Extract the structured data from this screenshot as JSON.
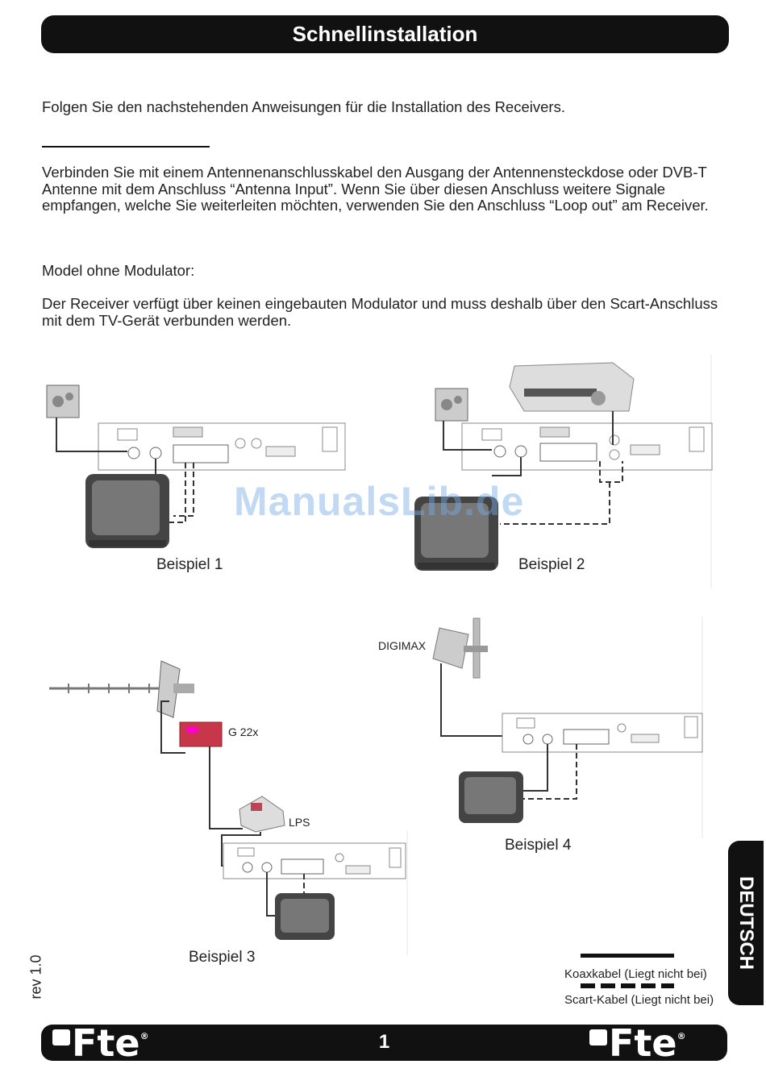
{
  "header": {
    "title": "Schnellinstallation"
  },
  "content": {
    "intro": "Folgen Sie den nachstehenden Anweisungen für die Installation des Receivers.",
    "antenna_paragraph": "Verbinden Sie mit einem Antennenanschlusskabel den Ausgang der Antennensteckdose oder DVB-T Antenne mit dem Anschluss “Antenna Input”. Wenn Sie über diesen Anschluss weitere Signale empfangen, welche Sie weiterleiten möchten, verwenden Sie den Anschluss “Loop out” am Receiver.",
    "model_heading": "Model ohne Modulator:",
    "model_paragraph": "Der Receiver verfügt über keinen eingebauten Modulator und muss deshalb über den Scart-Anschluss mit dem TV-Gerät verbunden werden."
  },
  "figures": {
    "example1": "Beispiel 1",
    "example2": "Beispiel 2",
    "example3": "Beispiel 3",
    "example4": "Beispiel 4",
    "digimax_label": "DIGIMAX",
    "g22x_label": "G 22x",
    "lps_label": "LPS"
  },
  "watermark": "ManualsLib.de",
  "side_tab": "DEUTSCH",
  "revision": "rev 1.0",
  "legend": {
    "coax": "Koaxkabel (Liegt nicht bei)",
    "scart": "Scart-Kabel (Liegt nicht bei)"
  },
  "footer": {
    "page_number": "1",
    "logo_text": "Fte",
    "logo_mark": "®"
  },
  "colors": {
    "bar": "#111111",
    "text": "#222222",
    "watermark": "#78aae6",
    "amplifier_red": "#c8364a"
  }
}
